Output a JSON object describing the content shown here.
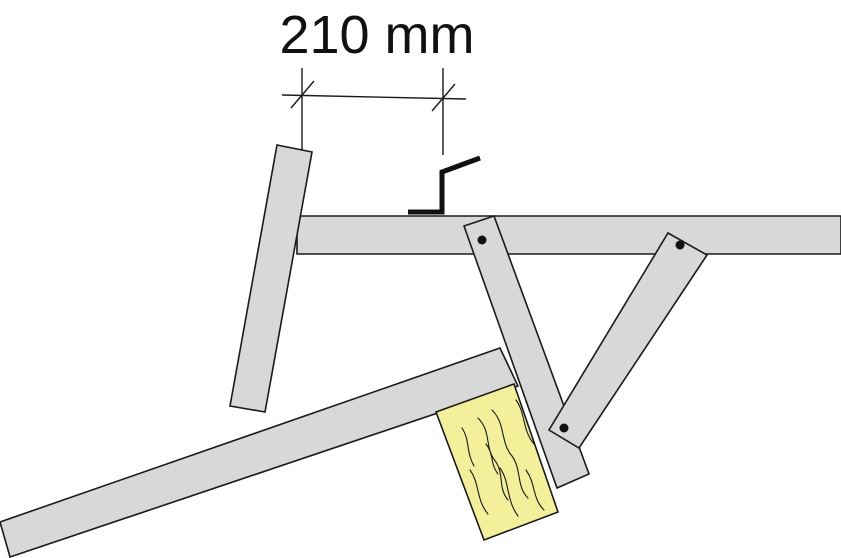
{
  "dimension": {
    "label": "210 mm",
    "value": 210,
    "unit": "mm"
  },
  "colors": {
    "beam_fill": "#d8d8d8",
    "outline": "#1a1a1a",
    "wood_fill": "#f4ef9a",
    "background": "#ffffff"
  },
  "parts": [
    "horizontal-beam",
    "tilted-post",
    "inclined-base-beam",
    "pivot-arm",
    "diagonal-brace",
    "z-bracket",
    "wood-block"
  ]
}
